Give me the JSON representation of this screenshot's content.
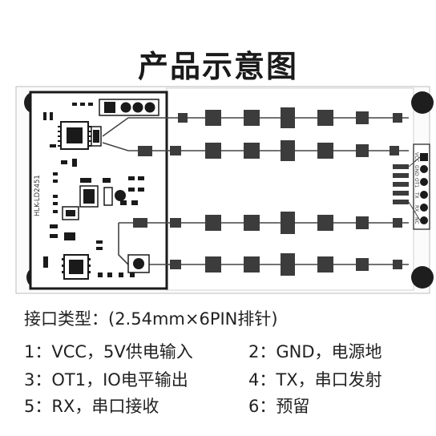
{
  "title": "产品示意图",
  "module_label": "HLK-LD2451",
  "pin_labels": [
    "VCC",
    "GND",
    "OT1",
    "TX",
    "RX",
    "NC"
  ],
  "spec": "接口类型：(2.54mm×6PIN排针)",
  "pins": [
    {
      "left": "1：VCC，5V供电输入",
      "right": "2：GND，电源地"
    },
    {
      "left": "3：OT1，IO电平输出",
      "right": "4：TX，串口发射"
    },
    {
      "left": "5：RX，串口接收",
      "right": "6：预留"
    }
  ]
}
